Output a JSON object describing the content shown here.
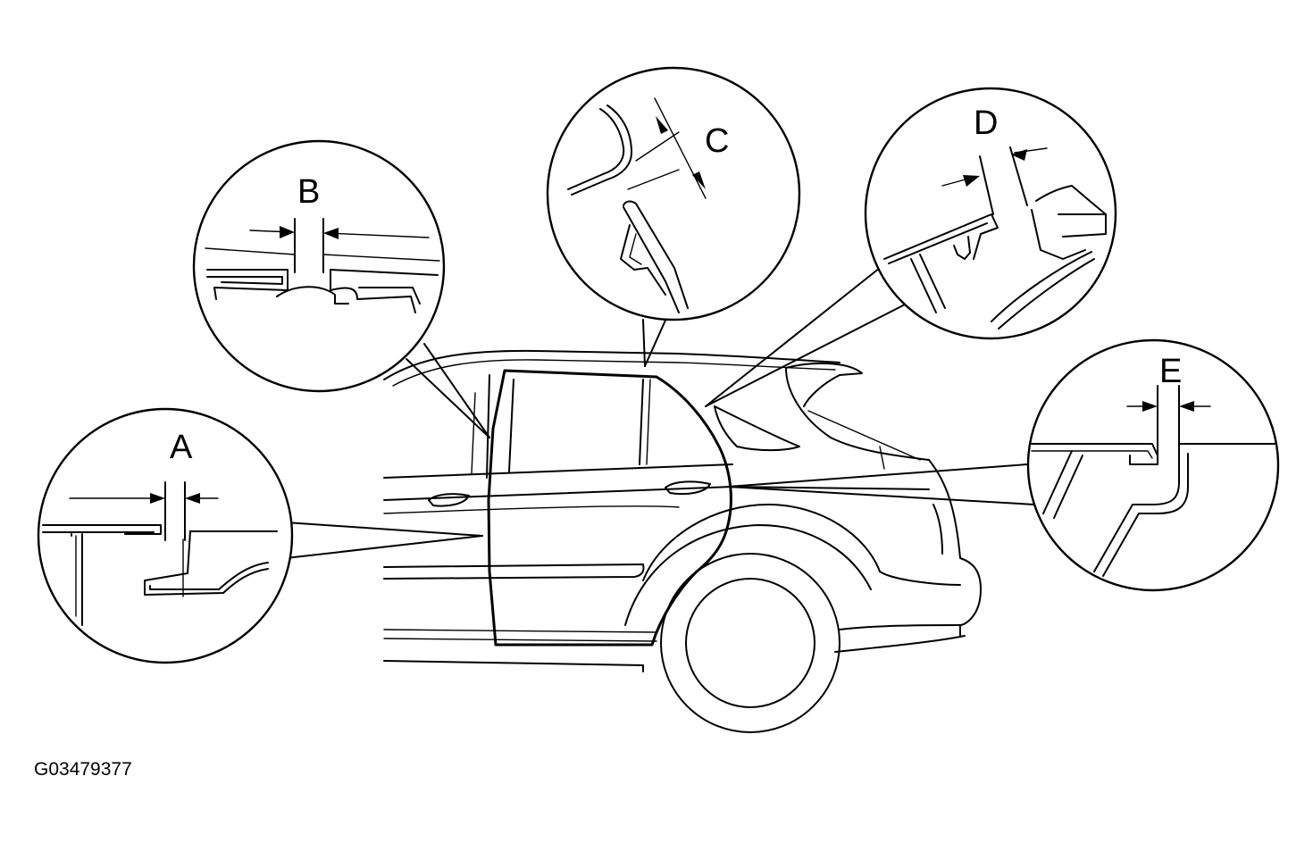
{
  "figure_id": "G03479377",
  "callouts": [
    {
      "key": "A",
      "label": "A"
    },
    {
      "key": "B",
      "label": "B"
    },
    {
      "key": "C",
      "label": "C"
    },
    {
      "key": "D",
      "label": "D"
    },
    {
      "key": "E",
      "label": "E"
    }
  ]
}
